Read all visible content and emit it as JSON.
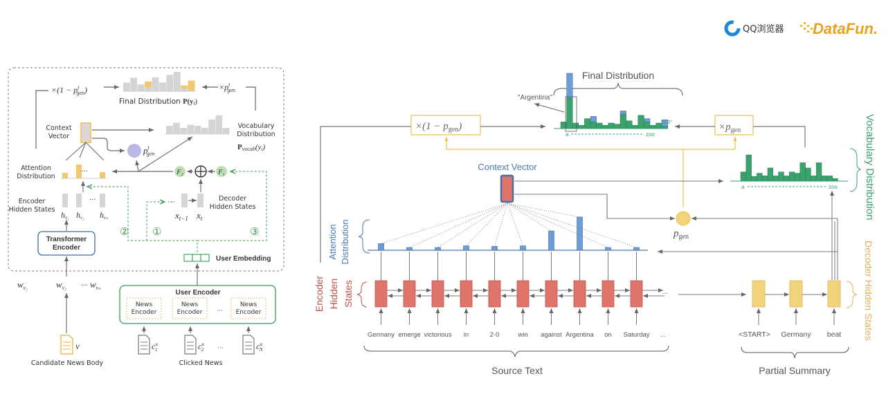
{
  "logos": {
    "qq_browser": "QQ浏览器",
    "datafun": "DataFun."
  },
  "left_diagram": {
    "final_distribution_label": "Final Distribution",
    "final_distribution_math": "P(y",
    "times_one_minus_pgen": "×(1 − p",
    "times_pgen": "×p",
    "pgen_sup": "t",
    "pgen_sub": "gen",
    "context_vector": [
      "Context",
      "Vector"
    ],
    "vocabulary_distribution": [
      "Vocabulary",
      "Distribution"
    ],
    "pvocab": "P",
    "pvocab_sub": "vocab",
    "attention_distribution": [
      "Attention",
      "Distribution"
    ],
    "encoder_hidden_states": [
      "Encoder",
      "Hidden States"
    ],
    "decoder_hidden_states": [
      "Decoder",
      "Hidden States"
    ],
    "h_labels": [
      "h",
      "h",
      "h"
    ],
    "h_subs": [
      "v₁",
      "v₂",
      "vₙ"
    ],
    "x_labels": [
      "x",
      "x"
    ],
    "x_subs": [
      "t−1",
      "t"
    ],
    "f_labels": [
      "F₂",
      "F₁"
    ],
    "ellipsis": "···",
    "step_markers": [
      "②",
      "①",
      "③"
    ],
    "transformer_encoder": [
      "Transformer",
      "Encoder"
    ],
    "user_embedding": "User Embedding",
    "w_labels": [
      "w",
      "w",
      "w"
    ],
    "w_subs": [
      "v₁",
      "v₂",
      "vₙ"
    ],
    "user_encoder": "User Encoder",
    "news_encoder": [
      "News",
      "Encoder"
    ],
    "candidate_news_body": "Candidate News Body",
    "candidate_symbol": "v",
    "clicked_news": "Clicked News",
    "clicked_symbols": [
      "c",
      "c",
      "c"
    ],
    "clicked_subs": [
      "1",
      "2",
      "N"
    ],
    "clicked_sup": "u",
    "final_bars": [
      0.45,
      0.7,
      0.35,
      0.5,
      0.72,
      0.45,
      0.85,
      1.0,
      0.3,
      0.55
    ],
    "final_bars_highlight": [
      0.0,
      0.0,
      0.0,
      0.3,
      0.0,
      0.0,
      0.0,
      0.0,
      0.15,
      0.55
    ],
    "vocab_bars": [
      0.4,
      0.55,
      0.3,
      0.45,
      0.4,
      0.3,
      0.7,
      0.9,
      0.3
    ],
    "attention_bars": [
      0.4,
      1.0,
      0.45
    ]
  },
  "right_diagram": {
    "final_distribution": "Final Distribution",
    "argentina_callout": "\"Argentina\"",
    "two_zero_callout": "\"2-0\"",
    "times_one_minus_pgen": "×(1 − p",
    "times_pgen": "×p",
    "gen_sub": "gen",
    "axis_start": "a",
    "axis_end": "zoo",
    "context_vector": "Context Vector",
    "pgen": "p",
    "vocabulary_distribution": "Vocabulary Distribution",
    "attention_distribution": [
      "Attention",
      "Distribution"
    ],
    "encoder_hidden_states": [
      "Encoder",
      "Hidden",
      "States"
    ],
    "decoder_hidden_states": "Decoder Hidden States",
    "source_tokens": [
      "Germany",
      "emerge",
      "victorious",
      "in",
      "2-0",
      "win",
      "against",
      "Argentina",
      "on",
      "Saturday",
      "..."
    ],
    "summary_tokens": [
      "<START>",
      "Germany",
      "beat"
    ],
    "source_text": "Source Text",
    "partial_summary": "Partial Summary",
    "attention_weights": [
      0.12,
      0.05,
      0.04,
      0.08,
      0.07,
      0.08,
      0.35,
      0.6,
      0.04,
      0.04
    ],
    "vocab_dist": [
      0.35,
      1.0,
      0.18,
      0.3,
      0.2,
      0.5,
      0.2,
      0.35,
      0.2,
      0.35,
      0.3,
      0.7,
      0.5,
      0.2,
      0.7,
      0.2,
      0.2,
      0.1
    ],
    "final_green": [
      0.12,
      0.55,
      0.1,
      0.06,
      0.18,
      0.12,
      0.1,
      0.06,
      0.1,
      0.08,
      0.26,
      0.14,
      0.06,
      0.24,
      0.12,
      0.06,
      0.1,
      0.04
    ],
    "final_blue": [
      0.0,
      0.45,
      0.0,
      0.0,
      0.0,
      0.1,
      0.0,
      0.0,
      0.0,
      0.0,
      0.06,
      0.0,
      0.0,
      0.0,
      0.06,
      0.0,
      0.0,
      0.12
    ],
    "colors": {
      "encoder": "#e0736a",
      "decoder": "#f3d27c",
      "attention": "#6f9bd6",
      "vocab": "#3aa36d",
      "context_border": "#4a6fa5",
      "encoder_label": "#c0504d",
      "decoder_label": "#e0b25a",
      "vocab_label": "#3aa36d",
      "attention_label": "#4a78b5",
      "gold_line": "#e8c24a"
    }
  }
}
